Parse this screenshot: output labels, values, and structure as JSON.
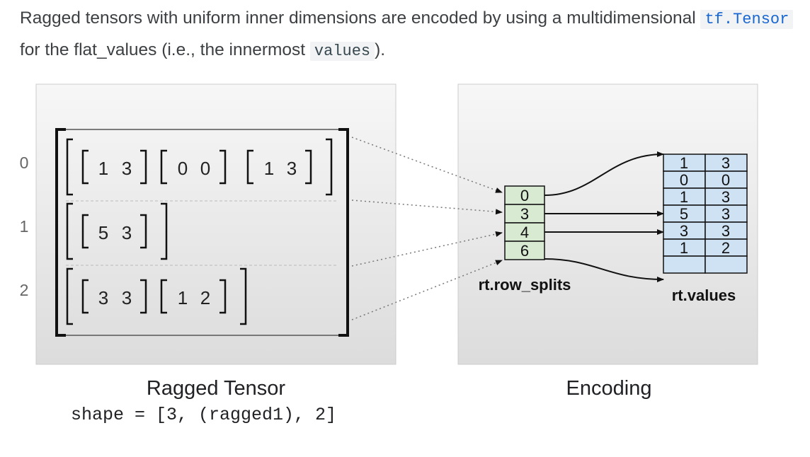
{
  "intro": {
    "before_code1": "Ragged tensors with uniform inner dimensions are encoded by using a multidimensional ",
    "code1": "tf.Tensor",
    "between": " for the flat_values (i.e., the innermost ",
    "code2": "values",
    "after": ")."
  },
  "diagram": {
    "row_indices": [
      "0",
      "1",
      "2"
    ],
    "rows": [
      [
        [
          "1",
          "3"
        ],
        [
          "0",
          "0"
        ],
        [
          "1",
          "3"
        ]
      ],
      [
        [
          "5",
          "3"
        ]
      ],
      [
        [
          "3",
          "3"
        ],
        [
          "1",
          "2"
        ]
      ]
    ],
    "row_splits": [
      "0",
      "3",
      "4",
      "6"
    ],
    "row_splits_label": "rt.row_splits",
    "values": [
      [
        "1",
        "3"
      ],
      [
        "0",
        "0"
      ],
      [
        "1",
        "3"
      ],
      [
        "5",
        "3"
      ],
      [
        "3",
        "3"
      ],
      [
        "1",
        "2"
      ]
    ],
    "values_label": "rt.values",
    "left_caption": "Ragged Tensor",
    "left_shape": "shape = [3, (ragged1), 2]",
    "right_caption": "Encoding"
  },
  "colors": {
    "panel_top": "#f7f7f7",
    "panel_bottom": "#dcdcdc",
    "cell_fill": "#cfe2f3",
    "split_fill": "#d9ead3"
  }
}
